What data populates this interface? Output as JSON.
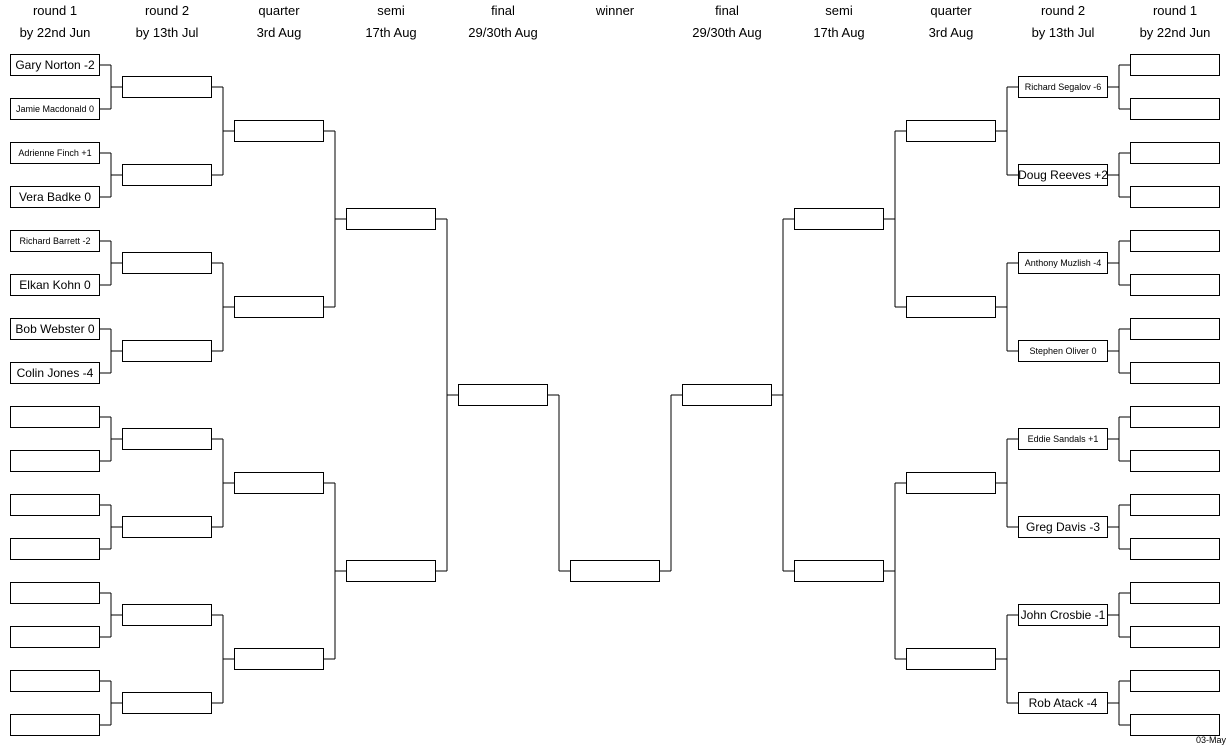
{
  "headers": {
    "left": [
      {
        "l1": "round 1",
        "l2": "by 22nd Jun"
      },
      {
        "l1": "round 2",
        "l2": "by 13th Jul"
      },
      {
        "l1": "quarter",
        "l2": "3rd Aug"
      },
      {
        "l1": "semi",
        "l2": "17th Aug"
      },
      {
        "l1": "final",
        "l2": "29/30th Aug"
      }
    ],
    "center": {
      "l1": "winner",
      "l2": ""
    },
    "right": [
      {
        "l1": "final",
        "l2": "29/30th Aug"
      },
      {
        "l1": "semi",
        "l2": "17th Aug"
      },
      {
        "l1": "quarter",
        "l2": "3rd Aug"
      },
      {
        "l1": "round 2",
        "l2": "by 13th Jul"
      },
      {
        "l1": "round 1",
        "l2": "by 22nd Jun"
      }
    ]
  },
  "left": {
    "round1": [
      "Gary Norton -2",
      "Jamie Macdonald 0",
      "Adrienne Finch +1",
      "Vera Badke 0",
      "Richard Barrett -2",
      "Elkan Kohn 0",
      "Bob Webster 0",
      "Colin Jones -4",
      "",
      "",
      "",
      "",
      "",
      "",
      "",
      ""
    ],
    "round2": [
      "",
      "",
      "",
      "",
      "",
      "",
      "",
      ""
    ],
    "quarter": [
      "",
      "",
      "",
      ""
    ],
    "semi": [
      "",
      ""
    ],
    "final": [
      ""
    ]
  },
  "winner": [
    ""
  ],
  "right": {
    "final": [
      ""
    ],
    "semi": [
      "",
      ""
    ],
    "quarter": [
      "",
      "",
      "",
      ""
    ],
    "round2": [
      "Richard Segalov -6",
      "Doug Reeves +2",
      "Anthony Muzlish -4",
      "Stephen Oliver 0",
      "Eddie Sandals +1",
      "Greg Davis -3",
      "John Crosbie -1",
      "Rob Atack -4"
    ],
    "round1": [
      "",
      "",
      "",
      "",
      "",
      "",
      "",
      "",
      "",
      "",
      "",
      "",
      "",
      "",
      "",
      ""
    ]
  },
  "footer": "03-May"
}
